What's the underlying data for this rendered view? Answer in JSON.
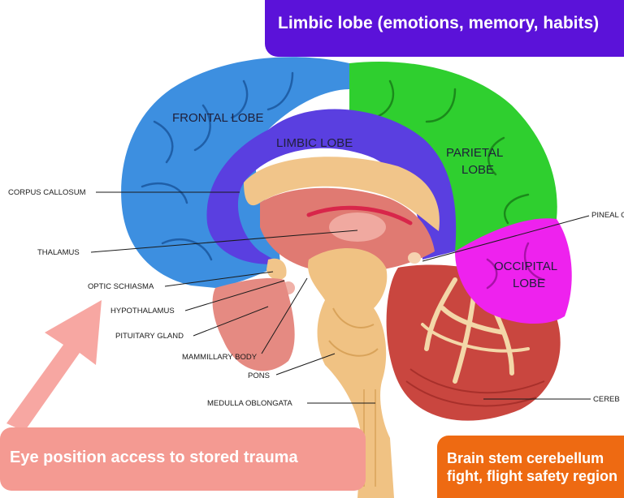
{
  "banners": {
    "limbic": "Limbic lobe (emotions, memory, habits)",
    "trauma": "Eye position access to stored trauma",
    "stem_line1": "Brain stem cerebellum",
    "stem_line2": "fight, flight safety region"
  },
  "lobes": {
    "frontal": "FRONTAL LOBE",
    "limbic": "LIMBIC LOBE",
    "parietal_1": "PARIETAL",
    "parietal_2": "LOBE",
    "occipital_1": "OCCIPITAL",
    "occipital_2": "LOBE"
  },
  "labels": {
    "corpus_callosum": "CORPUS CALLOSUM",
    "thalamus": "THALAMUS",
    "optic_chiasma": "OPTIC SCHIASMA",
    "hypothalamus": "HYPOTHALAMUS",
    "pituitary": "PITUITARY GLAND",
    "mammillary": "MAMMILLARY BODY",
    "pons": "PONS",
    "medulla": "MEDULLA OBLONGATA",
    "pineal": "PINEAL G",
    "cerebellum": "CEREB"
  },
  "colors": {
    "frontal": "#3d8fe0",
    "limbic": "#5a3fe0",
    "parietal": "#2fcf2f",
    "occipital": "#ee22ee",
    "arrow": "#f6a09a",
    "limbic_banner": "#5b12d9",
    "trauma_banner": "#f49a92",
    "stem_banner": "#ee6a12"
  }
}
